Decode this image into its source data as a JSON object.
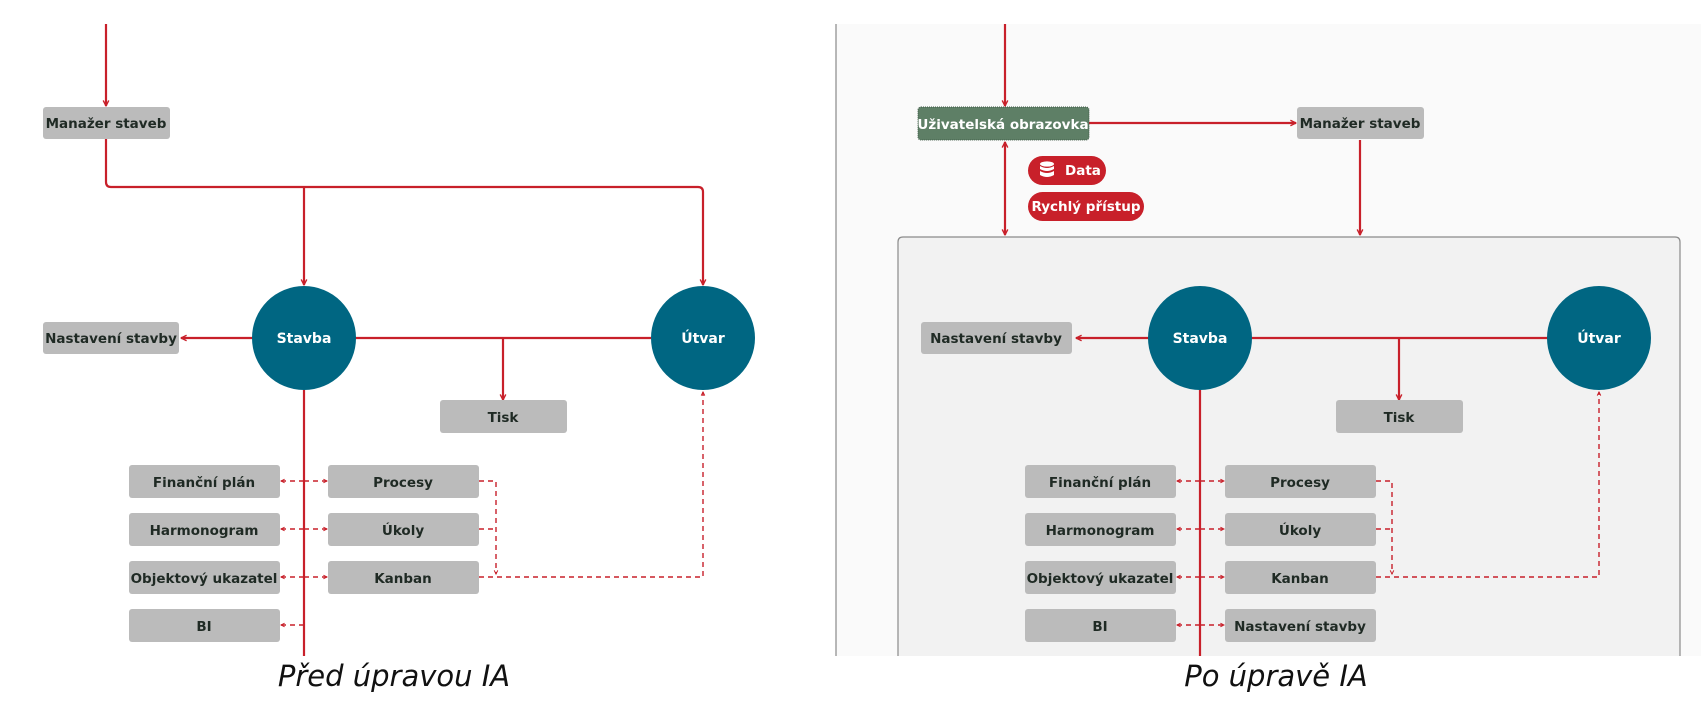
{
  "colors": {
    "line": "#c8202a",
    "node_fill": "#bbbbbb",
    "node_text": "#1f2a24",
    "circle_fill": "#006682",
    "screen_node_fill": "#5e7f66",
    "pill_fill": "#c8202a",
    "panel_fill": "#f2f2f2",
    "right_bg": "#fafafa",
    "divider": "#888888"
  },
  "before": {
    "caption": "Před úpravou IA",
    "manager": "Manažer staveb",
    "stavba": "Stavba",
    "utvar": "Útvar",
    "settings": "Nastavení stavby",
    "print": "Tisk",
    "left_modules": [
      "Finanční plán",
      "Harmonogram",
      "Objektový ukazatel",
      "BI"
    ],
    "right_modules": [
      "Procesy",
      "Úkoly",
      "Kanban"
    ]
  },
  "after": {
    "caption": "Po úpravě IA",
    "user_screen": "Uživatelská obrazovka",
    "manager": "Manažer staveb",
    "data_pill": "Data",
    "data_icon": "database-icon",
    "quick_access_pill": "Rychlý přístup",
    "stavba": "Stavba",
    "utvar": "Útvar",
    "settings": "Nastavení stavby",
    "print": "Tisk",
    "left_modules": [
      "Finanční plán",
      "Harmonogram",
      "Objektový ukazatel",
      "BI"
    ],
    "right_modules": [
      "Procesy",
      "Úkoly",
      "Kanban",
      "Nastavení stavby"
    ]
  }
}
